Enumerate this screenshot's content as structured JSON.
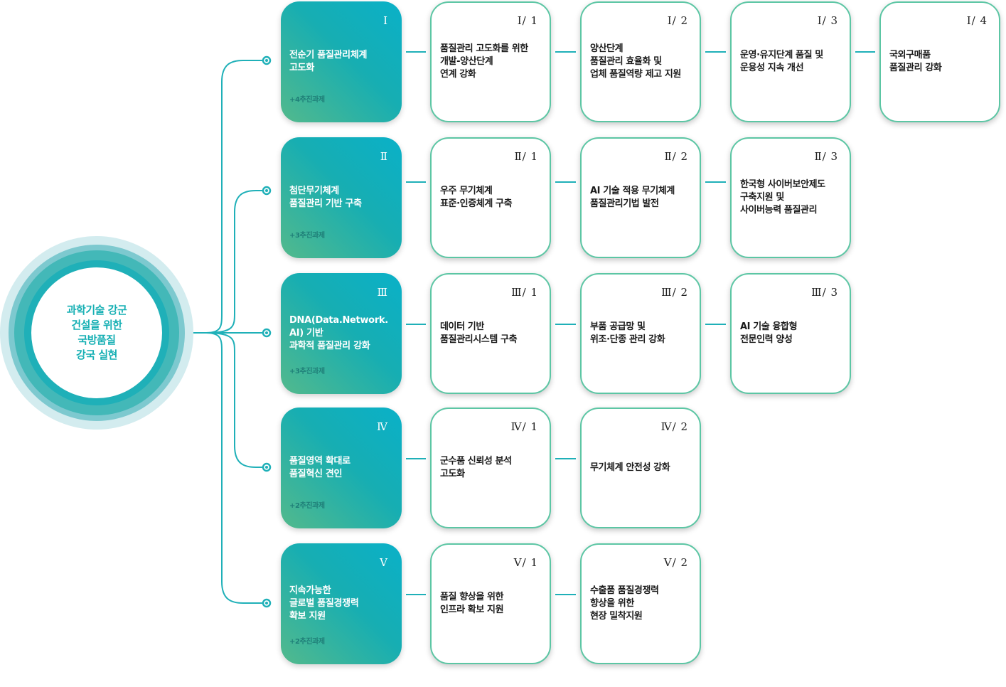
{
  "colors": {
    "accent": "#17b0b4",
    "connector": "#1fb0b8",
    "card_border": "#5cc6a4",
    "gradient_top": "#0ab0c8",
    "gradient_bottom": "#53b98c"
  },
  "hub": {
    "title": "과학기술 강군\n건설을 위한\n국방품질\n강국 실현"
  },
  "strategies": [
    {
      "numeral": "Ⅰ",
      "title": "전순기 품질관리체계\n고도화",
      "tasks": "+4추진과제",
      "items": [
        {
          "code": "Ⅰ/ 1",
          "text": "품질관리 고도화를 위한\n개발-양산단계\n연계 강화"
        },
        {
          "code": "Ⅰ/ 2",
          "text": "양산단계\n품질관리 효율화 및\n업체 품질역량 제고 지원"
        },
        {
          "code": "Ⅰ/ 3",
          "text": "운영·유지단계 품질 및\n운용성 지속 개선"
        },
        {
          "code": "Ⅰ/ 4",
          "text": "국외구매품\n품질관리 강화"
        }
      ]
    },
    {
      "numeral": "Ⅱ",
      "title": "첨단무기체계\n품질관리 기반 구축",
      "tasks": "+3추진과제",
      "items": [
        {
          "code": "Ⅱ/ 1",
          "text": "우주 무기체계\n표준·인증체계 구축"
        },
        {
          "code": "Ⅱ/ 2",
          "text": "AI 기술 적용 무기체계\n품질관리기법 발전"
        },
        {
          "code": "Ⅱ/ 3",
          "text": "한국형 사이버보안제도\n구축지원 및\n사이버능력 품질관리"
        }
      ]
    },
    {
      "numeral": "Ⅲ",
      "title": "DNA(Data.Network.\nAI) 기반\n과학적 품질관리 강화",
      "tasks": "+3추진과제",
      "items": [
        {
          "code": "Ⅲ/ 1",
          "text": "데이터 기반\n품질관리시스템 구축"
        },
        {
          "code": "Ⅲ/ 2",
          "text": "부품 공급망 및\n위조·단종 관리 강화"
        },
        {
          "code": "Ⅲ/ 3",
          "text": "AI 기술 융합형\n전문인력 양성"
        }
      ]
    },
    {
      "numeral": "Ⅳ",
      "title": "품질영역 확대로\n품질혁신 견인",
      "tasks": "+2추진과제",
      "items": [
        {
          "code": "Ⅳ/ 1",
          "text": "군수품 신뢰성 분석\n고도화"
        },
        {
          "code": "Ⅳ/ 2",
          "text": "무기체계 안전성 강화"
        }
      ]
    },
    {
      "numeral": "Ⅴ",
      "title": "지속가능한\n글로벌 품질경쟁력\n확보 지원",
      "tasks": "+2추진과제",
      "items": [
        {
          "code": "Ⅴ/ 1",
          "text": "품질 향상을 위한\n인프라 확보 지원"
        },
        {
          "code": "Ⅴ/ 2",
          "text": "수출품 품질경쟁력\n향상을 위한\n현장 밀착지원"
        }
      ]
    }
  ]
}
